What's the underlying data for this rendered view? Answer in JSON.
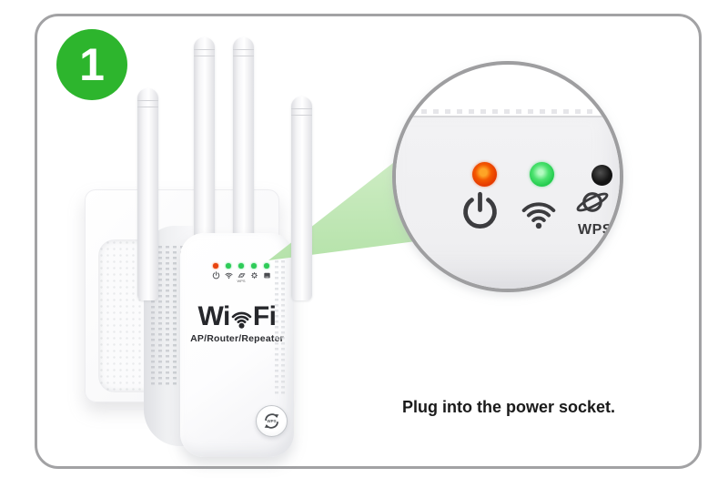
{
  "step": {
    "number": "1"
  },
  "caption": "Plug into the power socket.",
  "device": {
    "logo_prefix": "Wi",
    "logo_suffix": "Fi",
    "logo_subtitle": "AP/Router/Repeater",
    "panel_leds": [
      {
        "name": "power",
        "color": "#e8430e"
      },
      {
        "name": "wifi",
        "color": "#2ecb58"
      },
      {
        "name": "wps",
        "color": "#2ecb58",
        "label": "WPS"
      },
      {
        "name": "internet",
        "color": "#2ecb58"
      },
      {
        "name": "lan",
        "color": "#2ecb58"
      }
    ],
    "wps_button_label": "WPS"
  },
  "magnifier": {
    "indicators": [
      {
        "name": "power-led",
        "icon": "power-icon",
        "color": "#e63c00"
      },
      {
        "name": "wifi-led",
        "icon": "wifi-icon",
        "color": "#25cc4f"
      },
      {
        "name": "wps-led",
        "icon": "planet-icon",
        "color": "#141414",
        "label": "WPS"
      }
    ]
  },
  "colors": {
    "step_circle": "#2db52d",
    "beam": "#c3e8b8",
    "frame_border": "#a2a2a4",
    "magnifier_border": "#9e9ea0"
  }
}
